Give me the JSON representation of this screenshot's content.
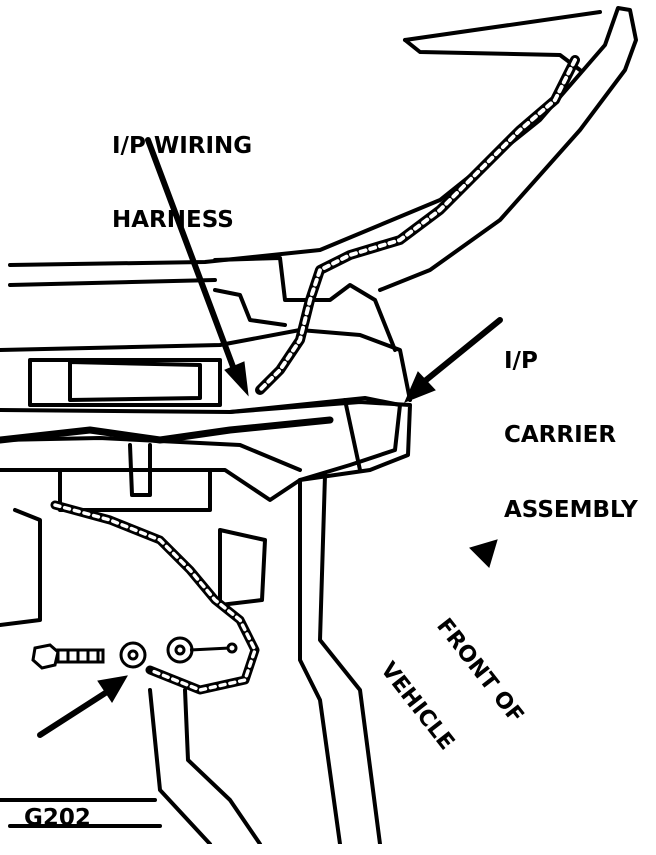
{
  "labels": {
    "harness": [
      "I/P WIRING",
      "HARNESS"
    ],
    "carrier": [
      "I/P",
      "CARRIER",
      "ASSEMBLY"
    ],
    "front": [
      "FRONT OF",
      "VEHICLE"
    ],
    "ground": "G202"
  },
  "colors": {
    "ink": "#000000",
    "paper": "#ffffff"
  }
}
